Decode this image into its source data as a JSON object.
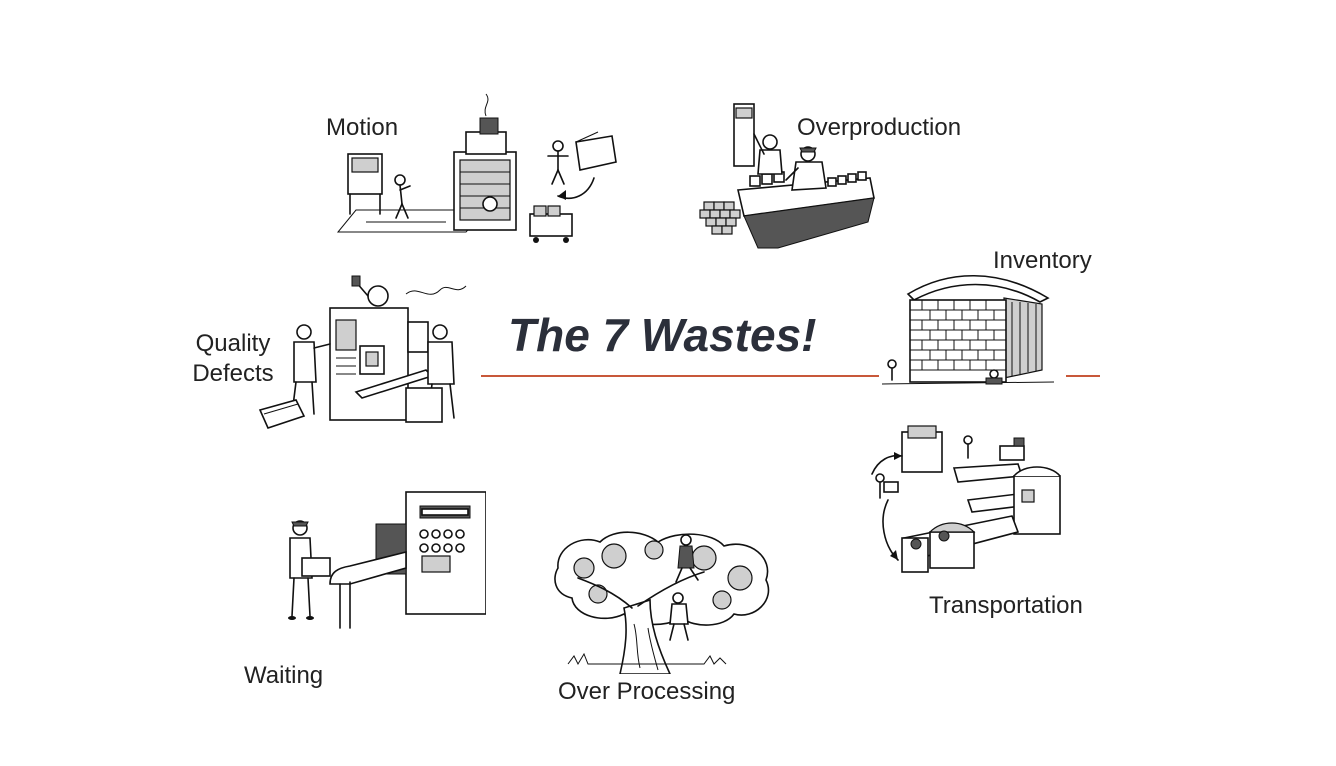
{
  "title": "The 7 Wastes!",
  "accent_color": "#c8583a",
  "wastes": {
    "motion": "Motion",
    "overproduction": "Overproduction",
    "inventory": "Inventory",
    "quality_defects_line1": "Quality",
    "quality_defects_line2": "Defects",
    "transportation": "Transportation",
    "waiting": "Waiting",
    "over_processing": "Over Processing"
  }
}
